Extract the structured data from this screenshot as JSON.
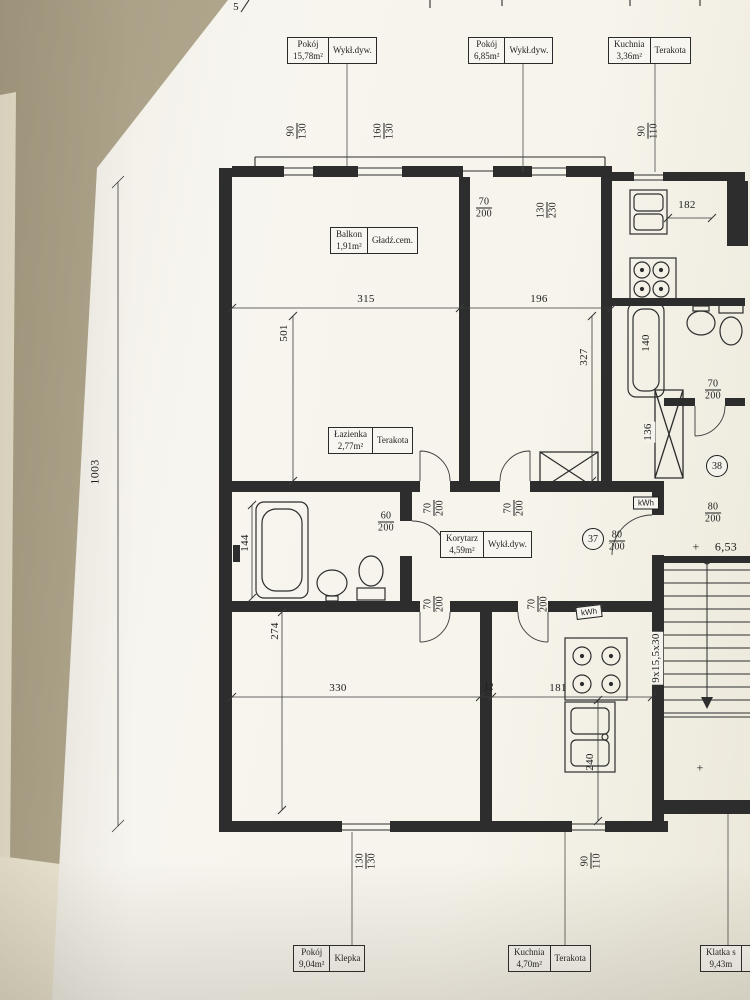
{
  "scene": {
    "bg": "#b4aa90",
    "paper": "#f7f5ef",
    "ink": "#2d2d2d"
  },
  "ruler": {
    "label": "1003"
  },
  "edge": {
    "top_partial": "5"
  },
  "legend_top": [
    {
      "room": "Pokój",
      "area": "15,78m²",
      "floor": "Wykł.dyw."
    },
    {
      "room": "Pokój",
      "area": "6,85m²",
      "floor": "Wykł.dyw."
    },
    {
      "room": "Kuchnia",
      "area": "3,36m²",
      "floor": "Terakota"
    }
  ],
  "legend_bottom": [
    {
      "room": "Pokój",
      "area": "9,04m²",
      "floor": "Klepka"
    },
    {
      "room": "Kuchnia",
      "area": "4,70m²",
      "floor": "Terakota"
    },
    {
      "room": "Klatka s",
      "area": "9,43m",
      "floor": ""
    }
  ],
  "room_boxes": [
    {
      "room": "Balkon",
      "area": "1,91m²",
      "floor": "Gładź.cem."
    },
    {
      "room": "Łazienka",
      "area": "2,77m²",
      "floor": "Terakota"
    },
    {
      "room": "Korytarz",
      "area": "4,59m²",
      "floor": "Wykł.dyw."
    }
  ],
  "windows": {
    "w1": {
      "n": "90",
      "d": "130"
    },
    "w2": {
      "n": "160",
      "d": "130"
    },
    "w3": {
      "n": "90",
      "d": "110"
    },
    "w4": {
      "n": "130",
      "d": "230"
    },
    "w5": {
      "n": "130",
      "d": "130"
    },
    "w6": {
      "n": "90",
      "d": "110"
    }
  },
  "doors": {
    "balcony": {
      "n": "70",
      "d": "200"
    },
    "bath_neighbor": {
      "n": "70",
      "d": "200"
    },
    "apt38": {
      "n": "80",
      "d": "200"
    },
    "apt37": {
      "n": "80",
      "d": "200"
    },
    "room1": {
      "n": "70",
      "d": "200"
    },
    "room2": {
      "n": "70",
      "d": "200"
    },
    "bath": {
      "n": "60",
      "d": "200"
    },
    "room3": {
      "n": "70",
      "d": "200"
    },
    "kitchen": {
      "n": "70",
      "d": "200"
    }
  },
  "dims": {
    "d315": "315",
    "d196": "196",
    "d501": "501",
    "d327": "327",
    "d140": "140",
    "d136": "136",
    "d182": "182",
    "d144": "144",
    "d274": "274",
    "d330": "330",
    "d12": "12",
    "d181": "181",
    "d240": "240"
  },
  "apartments": {
    "a37": "37",
    "a38": "38"
  },
  "meters": {
    "m1": "kWh",
    "m2": "kWh"
  },
  "levels": {
    "plus1": "+",
    "landing": "6,53",
    "plus2": "+"
  },
  "stairs": {
    "label": "9x15,5x30"
  }
}
